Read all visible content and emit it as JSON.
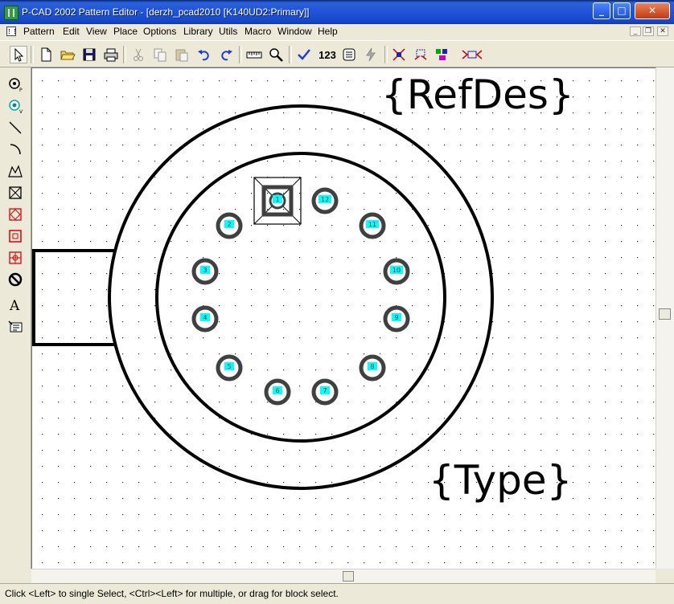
{
  "window": {
    "title": "P-CAD 2002 Pattern Editor - [derzh_pcad2010 [K140UD2:Primary]]",
    "controls": {
      "minimize": "_",
      "maximize": "□",
      "close": "✕"
    }
  },
  "menu": [
    "Pattern",
    "Edit",
    "View",
    "Place",
    "Options",
    "Library",
    "Utils",
    "Macro",
    "Window",
    "Help"
  ],
  "mdi_controls": [
    "_",
    "❐",
    "✕"
  ],
  "toolbar": {
    "icons": [
      "select-arrow-icon",
      "new-document-icon",
      "open-folder-icon",
      "save-icon",
      "print-icon",
      "cut-icon",
      "copy-icon",
      "paste-icon",
      "undo-icon",
      "redo-icon",
      "ruler-icon",
      "zoom-icon",
      "check-icon",
      "renumber-icon",
      "pattern-wizard-icon",
      "lightning-icon",
      "pad-style-icon",
      "via-style-icon",
      "layers-icon",
      "align-icon"
    ],
    "renumber_label": "123"
  },
  "palette": [
    "place-pad-icon",
    "place-via-icon",
    "place-line-icon",
    "place-arc-icon",
    "place-polygon-icon",
    "place-point-icon",
    "place-pattern-icon",
    "place-copper-icon",
    "place-cutout-icon",
    "place-keepout-icon",
    "place-text-icon",
    "place-attribute-icon"
  ],
  "pattern": {
    "refdes_attr": "{RefDes}",
    "type_attr": "{Type}",
    "pins": [
      "1",
      "2",
      "3",
      "4",
      "5",
      "6",
      "7",
      "8",
      "9",
      "10",
      "11",
      "12"
    ]
  },
  "colors": {
    "pad_ring": "#404040",
    "pad_label_bg": "#00ffff",
    "outline": "#000000",
    "title_bar": "#1f55d8"
  },
  "status": "Click <Left> to single Select, <Ctrl><Left> for multiple, or drag for block select."
}
